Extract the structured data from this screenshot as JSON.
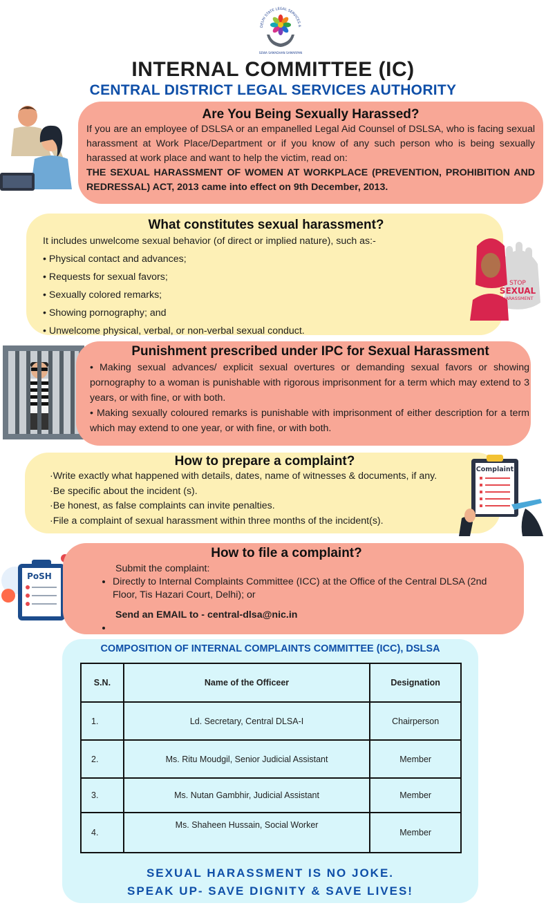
{
  "logo": {
    "ring_text": "DELHI STATE LEGAL SERVICES AUTHORITY",
    "motto": "SEWA SAMADHAN SAMARPAN"
  },
  "header": {
    "title": "INTERNAL COMMITTEE (IC)",
    "subtitle": "CENTRAL DISTRICT LEGAL SERVICES AUTHORITY"
  },
  "harassed": {
    "heading": "Are You Being Sexually Harassed?",
    "body": "If you are an employee of DSLSA or an empanelled Legal Aid Counsel of DSLSA, who is facing sexual harassment at Work Place/Department or if you know of any such person who is being sexually harassed at work place and want to help the victim, read on:",
    "act": "THE SEXUAL HARASSMENT OF WOMEN AT WORKPLACE (PREVENTION, PROHIBITION AND REDRESSAL) ACT, 2013 came into effect on 9th December, 2013."
  },
  "constitutes": {
    "heading": "What constitutes sexual harassment?",
    "intro": "It includes unwelcome sexual behavior (of direct or implied nature), such as:-",
    "items": [
      "• Physical contact and advances;",
      "• Requests for sexual favors;",
      "• Sexually colored remarks;",
      "• Showing pornography; and",
      "• Unwelcome physical, verbal, or non-verbal sexual conduct."
    ],
    "sign_stop": "STOP",
    "sign_sexual": "SEXUAL",
    "sign_harassment": "HARASSMENT"
  },
  "punishment": {
    "heading": "Punishment prescribed under IPC for Sexual Harassment",
    "item1": "• Making sexual advances/ explicit sexual overtures or demanding sexual favors or showing pornography to a woman is punishable with rigorous imprisonment for a term which may extend to 3 years, or with fine, or with both.",
    "item2": "• Making sexually coloured remarks is punishable with imprisonment of either description for a term which may extend to one year, or with fine, or with both."
  },
  "prepare": {
    "heading": "How to prepare a complaint?",
    "items": [
      "·Write exactly what happened with details, dates, name of witnesses & documents, if any.",
      "·Be specific about the incident (s).",
      "·Be honest, as false complaints can invite penalties.",
      "·File a complaint of sexual harassment within three months of the incident(s)."
    ],
    "clipboard_label": "Complaint"
  },
  "file": {
    "heading": "How to file a complaint?",
    "intro": "Submit the complaint:",
    "item1": "Directly to Internal Complaints Committee (ICC) at the Office of the Central DLSA (2nd Floor, Tis Hazari Court, Delhi); or",
    "email": "Send an EMAIL to - central-dlsa@nic.in",
    "posh_label": "PoSH"
  },
  "composition": {
    "title": "COMPOSITION OF INTERNAL COMPLAINTS COMMITTEE (ICC), DSLSA",
    "columns": [
      "S.N.",
      "Name of the Officeer",
      "Designation"
    ],
    "rows": [
      [
        "1.",
        "Ld. Secretary, Central DLSA-I",
        "Chairperson"
      ],
      [
        "2.",
        "Ms. Ritu Moudgil, Senior Judicial Assistant",
        "Member"
      ],
      [
        "3.",
        "Ms. Nutan Gambhir, Judicial Assistant",
        "Member"
      ],
      [
        "4.",
        "Ms. Shaheen Hussain, Social Worker",
        "Member"
      ]
    ],
    "footer_line1": "SEXUAL HARASSMENT IS NO JOKE.",
    "footer_line2": "SPEAK UP- SAVE DIGNITY & SAVE LIVES!"
  }
}
